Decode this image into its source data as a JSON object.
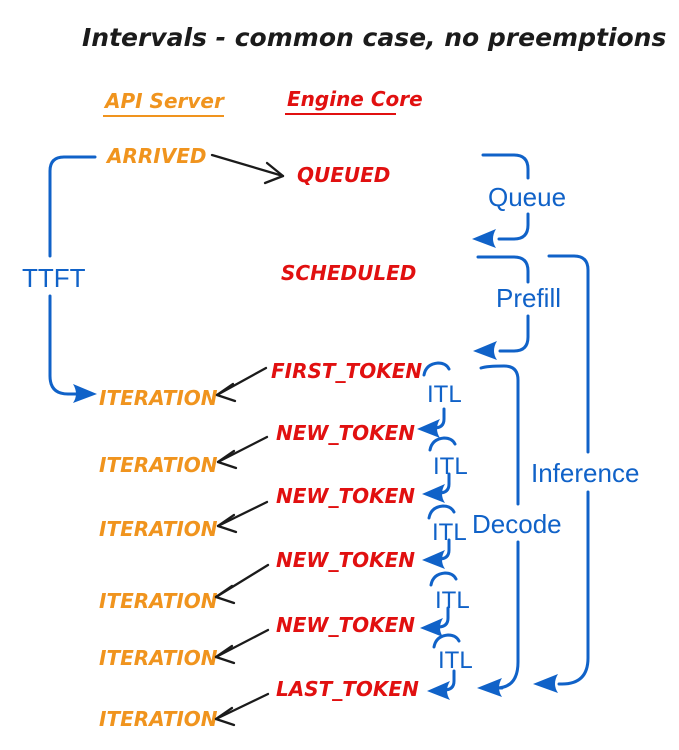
{
  "title": "Intervals - common case, no preemptions",
  "columns": {
    "api_server": "API Server",
    "engine_core": "Engine Core"
  },
  "api_events": {
    "arrived": "ARRIVED",
    "iteration": "ITERATION"
  },
  "engine_events": {
    "queued": "QUEUED",
    "scheduled": "SCHEDULED",
    "first_token": "FIRST_TOKEN",
    "new_token": "NEW_TOKEN",
    "last_token": "LAST_TOKEN"
  },
  "intervals": {
    "ttft": "TTFT",
    "queue": "Queue",
    "prefill": "Prefill",
    "decode": "Decode",
    "inference": "Inference",
    "itl": "ITL"
  },
  "colors": {
    "api_server_text": "#F0941E",
    "engine_core_text": "#E11010",
    "interval_blue": "#1062C8",
    "black_text": "#1B1B1B",
    "background": "#FFFFFF"
  }
}
